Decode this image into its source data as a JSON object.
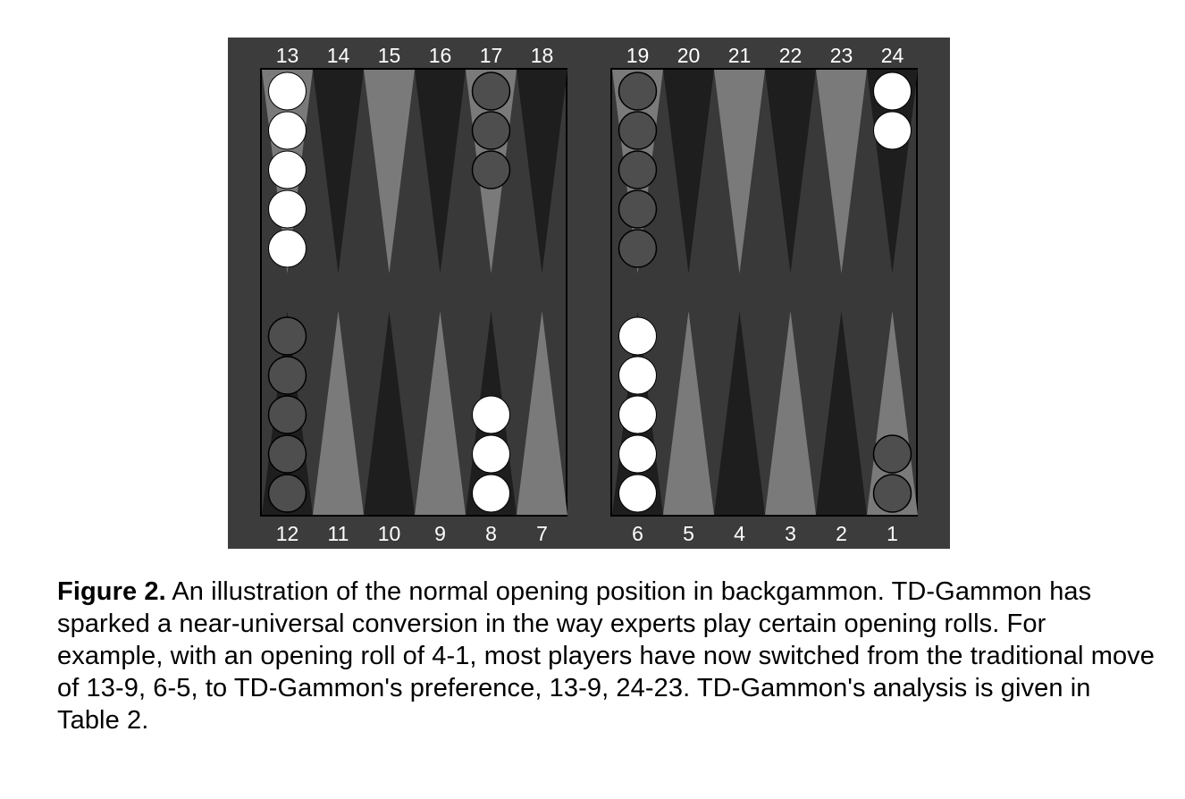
{
  "board": {
    "top_numbers": [
      "13",
      "14",
      "15",
      "16",
      "17",
      "18",
      "19",
      "20",
      "21",
      "22",
      "23",
      "24"
    ],
    "bottom_numbers": [
      "12",
      "11",
      "10",
      "9",
      "8",
      "7",
      "6",
      "5",
      "4",
      "3",
      "2",
      "1"
    ],
    "colors": {
      "frame": "#3c3c3c",
      "playfield": "#393939",
      "point_light": "#7a7a7a",
      "point_dark": "#1e1e1e",
      "white_checker": "#ffffff",
      "dark_checker": "#4e4e4e"
    },
    "checkers": [
      {
        "point": 13,
        "color": "white",
        "count": 5
      },
      {
        "point": 17,
        "color": "dark",
        "count": 3
      },
      {
        "point": 19,
        "color": "dark",
        "count": 5
      },
      {
        "point": 24,
        "color": "white",
        "count": 2
      },
      {
        "point": 12,
        "color": "dark",
        "count": 5
      },
      {
        "point": 8,
        "color": "white",
        "count": 3
      },
      {
        "point": 6,
        "color": "white",
        "count": 5
      },
      {
        "point": 1,
        "color": "dark",
        "count": 2
      }
    ]
  },
  "caption": {
    "label": "Figure 2.",
    "text": " An illustration of the normal opening position in backgammon. TD-Gammon has sparked a near-universal conversion in the way experts play certain opening rolls. For example, with an opening roll of 4-1, most players have now switched from the traditional move of 13-9, 6-5, to TD-Gammon's preference, 13-9, 24-23. TD-Gammon's analysis is given in Table 2."
  }
}
